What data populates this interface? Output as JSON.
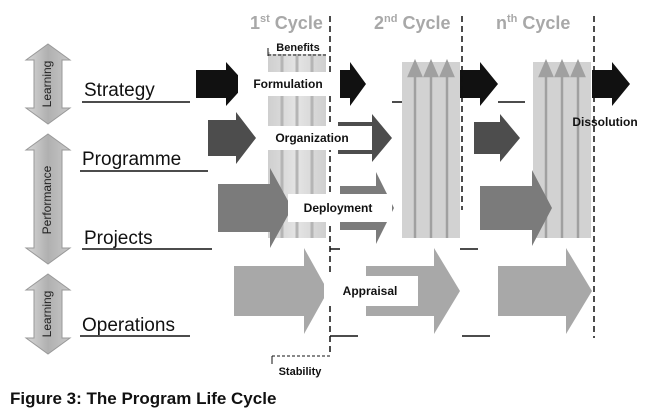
{
  "cycles": [
    {
      "name": "1",
      "sup": "st",
      "word": " Cycle"
    },
    {
      "name": "2",
      "sup": "nd",
      "word": " Cycle"
    },
    {
      "name": "n",
      "sup": "th",
      "word": " Cycle"
    }
  ],
  "side_labels": {
    "top": "Learning",
    "middle": "Performance",
    "bottom": "Learning"
  },
  "rows": [
    "Strategy",
    "Programme",
    "Projects",
    "Operations"
  ],
  "phases": {
    "benefits": "Benefits",
    "formulation": "Formulation",
    "organization": "Organization",
    "deployment": "Deployment",
    "appraisal": "Appraisal",
    "dissolution": "Dissolution",
    "stability": "Stability"
  },
  "caption": "Figure 3: The Program Life Cycle",
  "colors": {
    "strategy_arrow": "#111111",
    "programme_arrow": "#4d4d4d",
    "projects_arrow": "#7b7b7b",
    "operations_arrow": "#a8a8a8",
    "side_arrow": "#b4b4b4",
    "cycle_header": "#a8a8a8"
  }
}
